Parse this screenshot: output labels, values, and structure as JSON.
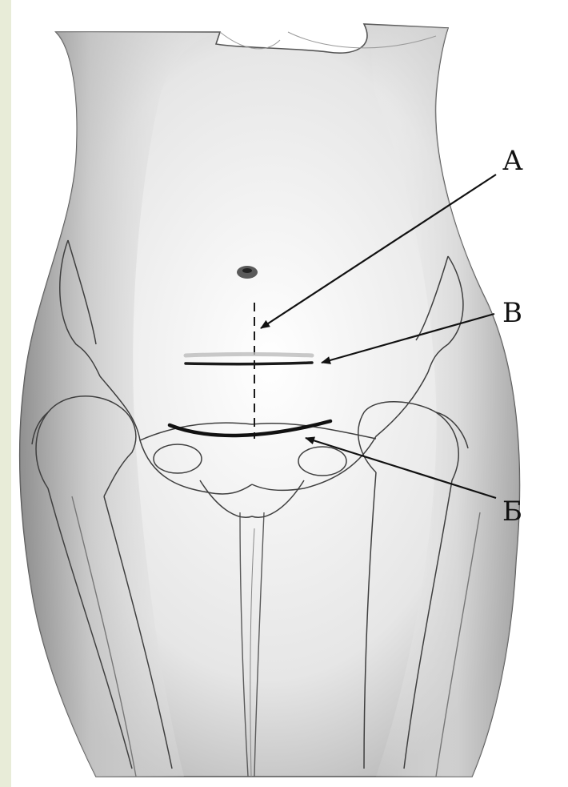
{
  "labels": {
    "a": "А",
    "v": "В",
    "b": "Б"
  },
  "colors": {
    "background": "#ffffff",
    "left_strip": "#e8ecd8",
    "outline": "#4a4a4a",
    "shade_dark": "#8e8e8e",
    "shade_mid": "#bdbdbd",
    "incision": "#1a1a1a",
    "arrow": "#111111"
  }
}
